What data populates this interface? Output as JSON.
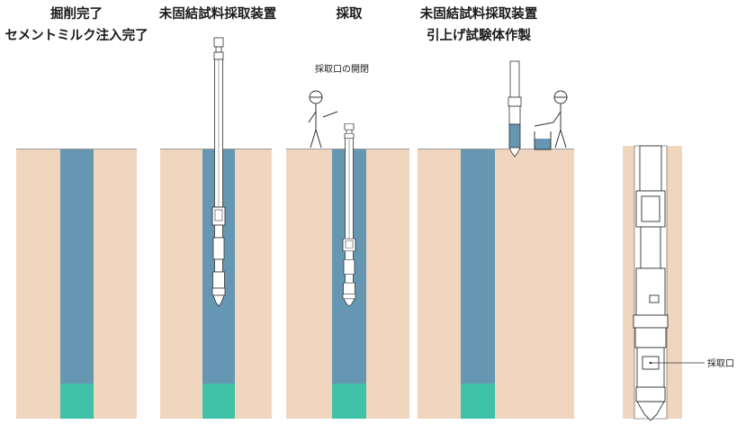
{
  "titles": {
    "step1_line1": "掘削完了",
    "step1_line2": "セメントミルク注入完了",
    "step2": "未固結試料採取装置",
    "step3": "採取",
    "step4_line1": "未固結試料採取装置",
    "step4_line2": "引上げ試験体作製"
  },
  "labels": {
    "sampling_port_open": "採取口の開閉",
    "sampling_port": "採取口"
  },
  "colors": {
    "soil": "#F0D6BE",
    "cement_milk": "#6597B3",
    "bottom_fill": "#3FC2A8",
    "outline": "#333333"
  }
}
